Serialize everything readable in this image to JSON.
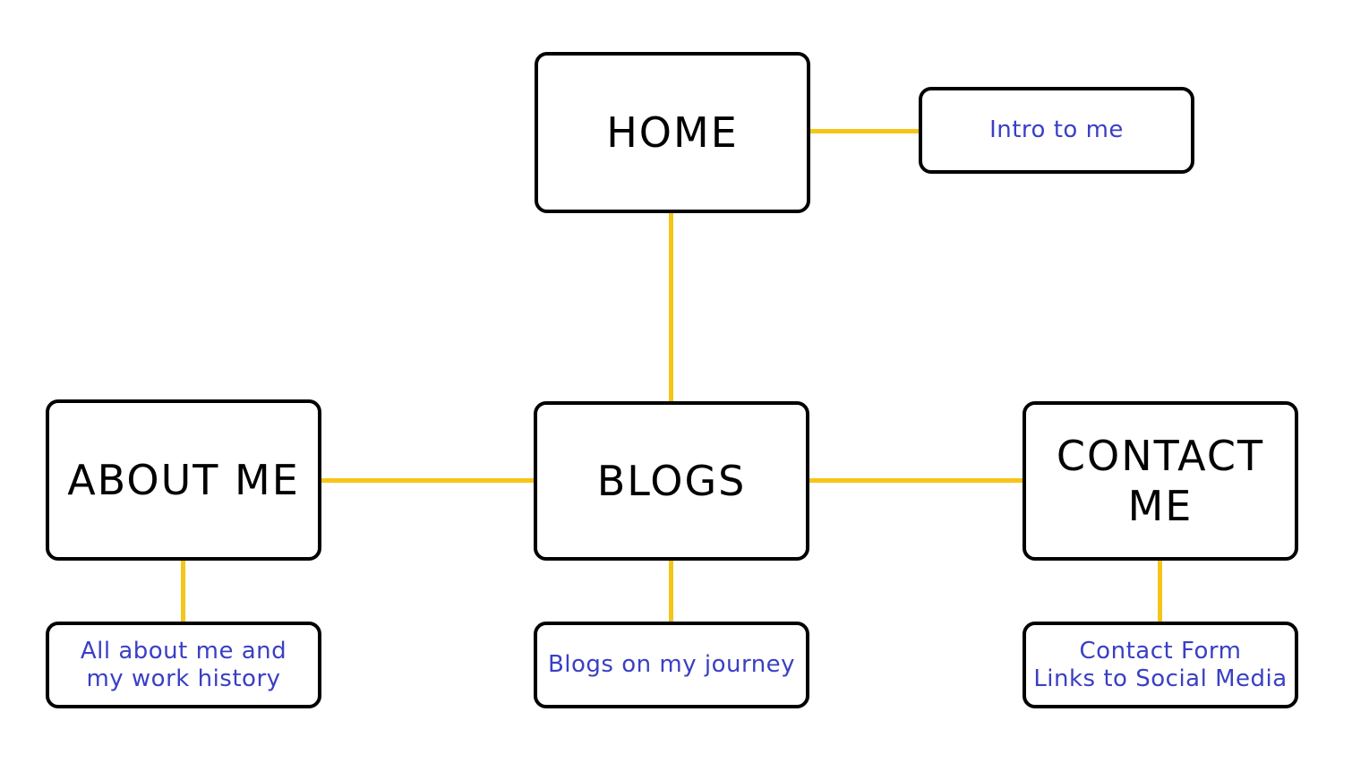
{
  "colors": {
    "connector": "#f5c518",
    "box_border": "#000000",
    "main_text": "#000000",
    "sub_text": "#3a3fc4"
  },
  "nodes": {
    "home": "HOME",
    "intro": "Intro to me",
    "about": "ABOUT ME",
    "blogs": "BLOGS",
    "contact": "CONTACT\nME",
    "about_detail": "All about me and\nmy work history",
    "blogs_detail": "Blogs on my journey",
    "contact_detail": "Contact Form\nLinks to Social Media"
  }
}
